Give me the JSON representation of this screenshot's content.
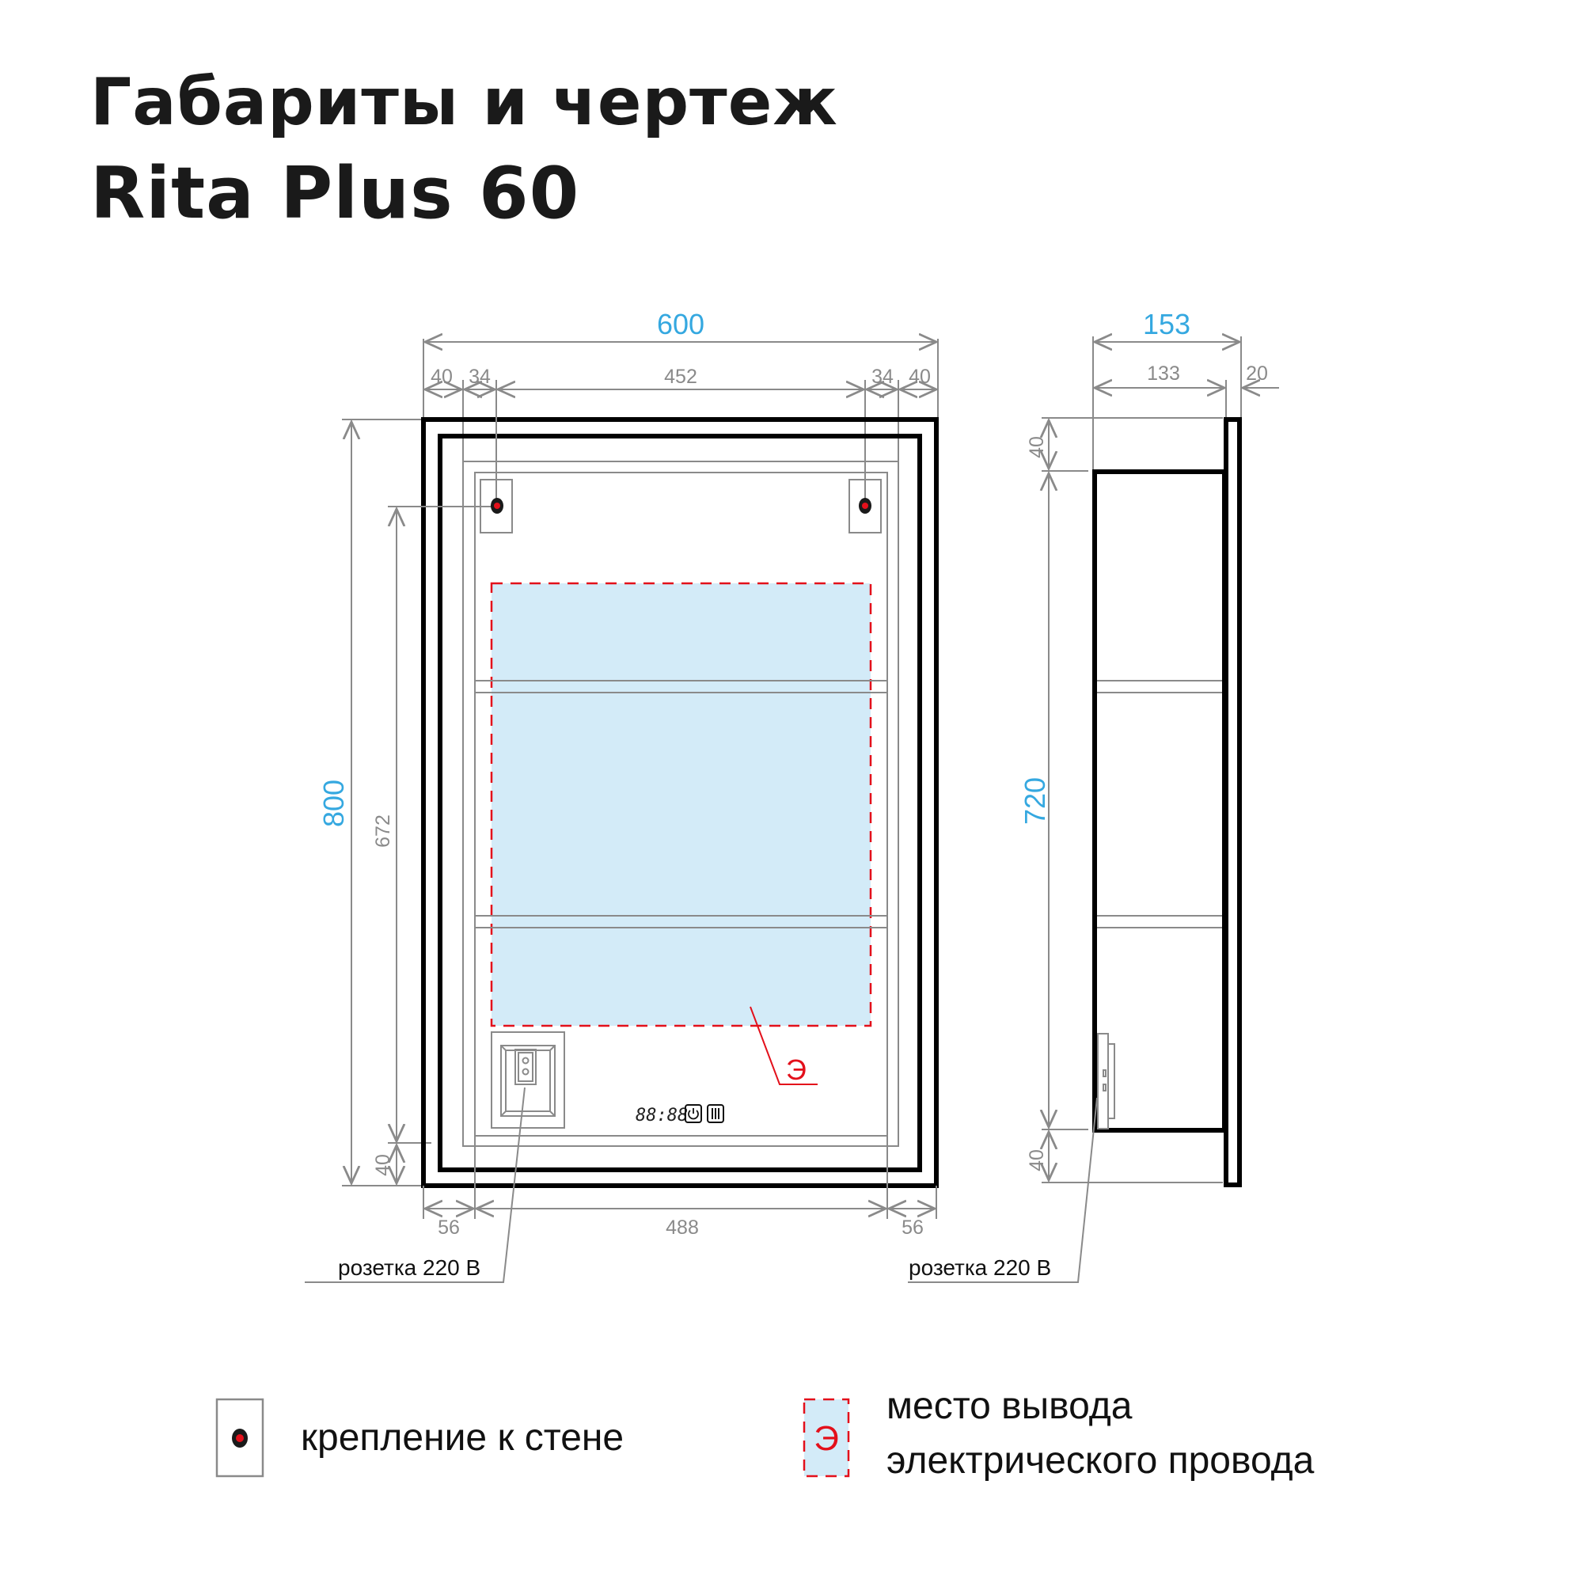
{
  "header": {
    "title_line1": "Габариты и чертеж",
    "title_line2": "Rita Plus 60"
  },
  "front_view": {
    "overall_width": "600",
    "overall_height": "800",
    "top_segments": [
      "40",
      "34",
      "452",
      "34",
      "40"
    ],
    "mount_height": "672",
    "bottom_offset": "40",
    "bottom_segments": [
      "56",
      "488",
      "56"
    ],
    "socket_label": "розетка 220 В",
    "outlet_marker": "Э",
    "control_panel": {
      "display": "88:88",
      "power_icon": "power-icon",
      "light_icon": "light-icon"
    }
  },
  "side_view": {
    "overall_depth": "153",
    "body_depth": "133",
    "panel_thickness": "20",
    "top_offset": "40",
    "body_height": "720",
    "bottom_offset": "40",
    "socket_label": "розетка 220 В"
  },
  "legend": {
    "mount_label": "крепление к стене",
    "outlet_marker": "Э",
    "outlet_label_line1": "место вывода",
    "outlet_label_line2": "электрического провода"
  },
  "colors": {
    "accent_blue": "#35a8e0",
    "dimension_gray": "#8a8a8a",
    "outline_black": "#000000",
    "outlet_red": "#e3101b",
    "outlet_fill": "#d3ebf8"
  }
}
